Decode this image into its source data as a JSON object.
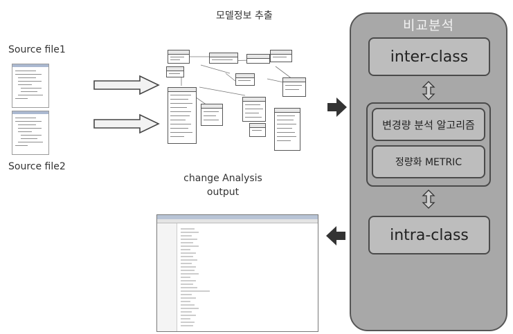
{
  "labels": {
    "source_file1": "Source file1",
    "source_file2": "Source file2",
    "extract_title": "모델정보 추출",
    "output_title_line1": "change Analysis",
    "output_title_line2": "output"
  },
  "panel": {
    "title": "비교분석",
    "inter_class": "inter-class",
    "algorithm": "변경량 분석 알고리즘",
    "metric": "정량화 METRIC",
    "intra_class": "intra-class"
  },
  "colors": {
    "panel_bg": "#a8a8a8",
    "box_bg": "#bdbdbd",
    "arrow_dark": "#333333"
  },
  "icons": {
    "hollow_arrow": "arrow-right-outline",
    "solid_arrow": "arrow-right-solid",
    "bidirectional": "arrow-up-down"
  }
}
